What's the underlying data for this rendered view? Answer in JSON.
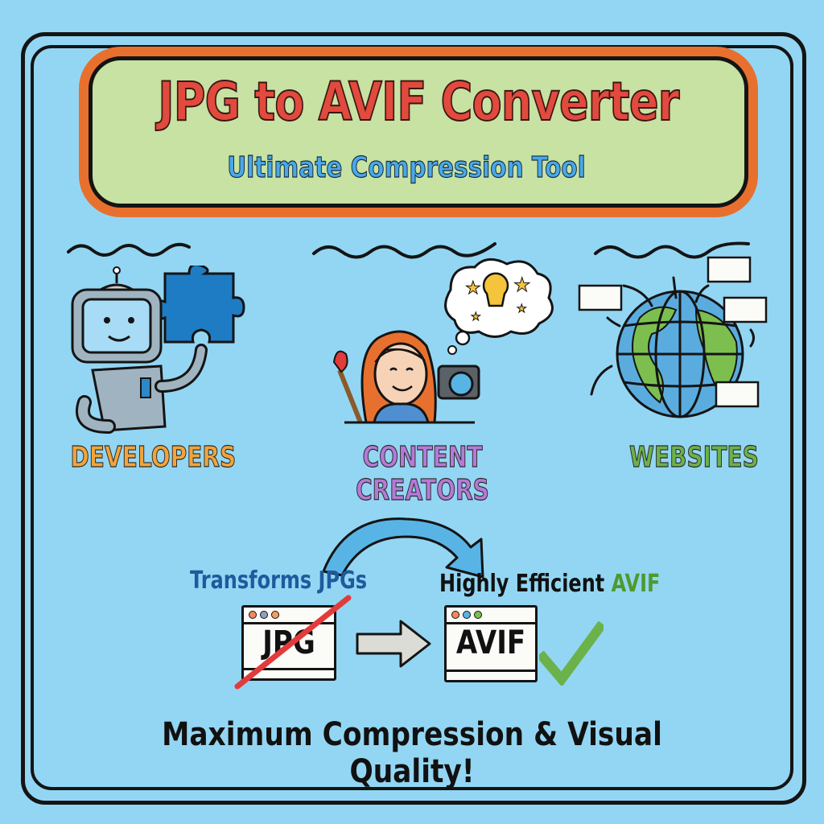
{
  "header": {
    "title": "JPG to AVIF Converter",
    "subtitle": "Ultimate Compression Tool"
  },
  "audiences": [
    {
      "label": "DEVELOPERS",
      "icon": "robot-with-puzzle-icon",
      "color": "#f2a43a"
    },
    {
      "label": "CONTENT CREATORS",
      "icon": "creator-with-camera-icon",
      "color": "#b57ad6"
    },
    {
      "label": "WEBSITES",
      "icon": "globe-with-webpages-icon",
      "color": "#6db14a"
    }
  ],
  "conversion": {
    "left_caption": "Transforms JPGs",
    "right_caption_prefix": "Highly Efficient ",
    "right_caption_highlight": "AVIF",
    "source_format": "JPG",
    "target_format": "AVIF"
  },
  "tagline": "Maximum Compression & Visual Quality!",
  "colors": {
    "background": "#93d6f3",
    "banner_fill": "#c7e2a2",
    "banner_border": "#e8702e",
    "title": "#e14a3d",
    "subtitle": "#4aa8e8",
    "left_caption": "#1f5a9e",
    "highlight": "#4f9a2e",
    "strike": "#e23b3b",
    "check": "#6bb24a",
    "curved_arrow": "#59b4e6"
  }
}
